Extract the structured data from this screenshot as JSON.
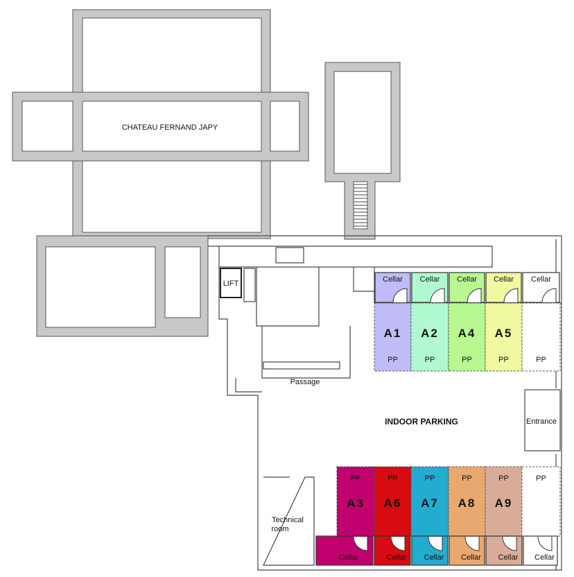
{
  "title": "CHATEAU FERNAND JAPY",
  "labels": {
    "lift": "LIFT",
    "passage": "Passage",
    "indoor_parking": "INDOOR PARKING",
    "entrance": "Entrance",
    "technical_room": [
      "Technical",
      "room"
    ]
  },
  "top_row": [
    {
      "unit": "A1",
      "parking": "PP",
      "cellar": "Cellar",
      "color": "#c0bcf8"
    },
    {
      "unit": "A2",
      "parking": "PP",
      "cellar": "Cellar",
      "color": "#b0f8d0"
    },
    {
      "unit": "A4",
      "parking": "PP",
      "cellar": "Cellar",
      "color": "#b8f890"
    },
    {
      "unit": "A5",
      "parking": "PP",
      "cellar": "Cellar",
      "color": "#f0f8a0"
    },
    {
      "unit": "",
      "parking": "PP",
      "cellar": "Cellar",
      "color": "#ffffff"
    }
  ],
  "bottom_row": [
    {
      "unit": "A3",
      "parking": "PP",
      "cellar": "Cellar",
      "color": "#c0006e"
    },
    {
      "unit": "A6",
      "parking": "PP",
      "cellar": "Cellar",
      "color": "#d80a12"
    },
    {
      "unit": "A7",
      "parking": "PP",
      "cellar": "Cellar",
      "color": "#22acd0"
    },
    {
      "unit": "A8",
      "parking": "PP",
      "cellar": "Cellar",
      "color": "#e8a870"
    },
    {
      "unit": "A9",
      "parking": "PP",
      "cellar": "Cellar",
      "color": "#d8ac98"
    },
    {
      "unit": "",
      "parking": "PP",
      "cellar": "Cellar",
      "color": "#ffffff"
    }
  ]
}
